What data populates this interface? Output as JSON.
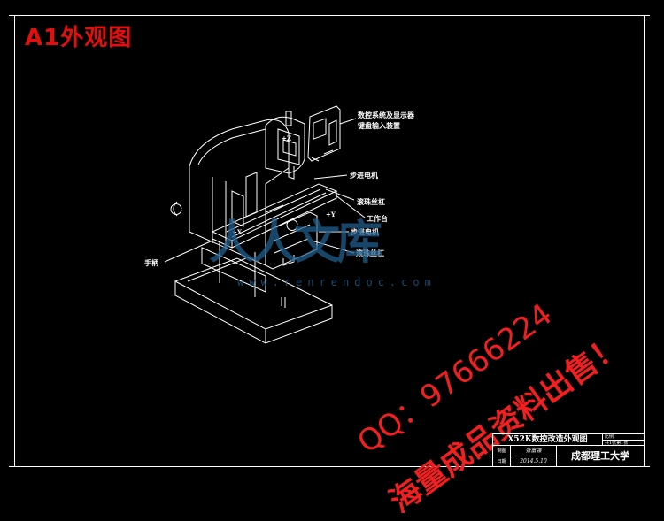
{
  "header": {
    "title": "A1外观图"
  },
  "callouts": {
    "cnc_system": "数控系统及显示器",
    "cnc_system_line2": "键盘输入装置",
    "stepper_motor_top": "步进电机",
    "ball_screw_top": "滚珠丝杠",
    "worktable": "工作台",
    "stepper_motor_mid": "步进电机",
    "ball_screw_mid": "滚珠丝杠",
    "handle": "手柄",
    "axis_z": "+Z",
    "axis_y": "+Y",
    "axis_x": "+X"
  },
  "watermark": {
    "logo": "人人文库",
    "url": "www.renrendoc.com"
  },
  "promo": {
    "qq": "QQ：97666224",
    "sale": "海量成品资料出售！"
  },
  "title_block": {
    "drawing_title": "X52K数控改造外观图",
    "ratio_label": "比例",
    "sheet_label": "共1张第1张",
    "drawn_label": "制图",
    "drawn_value": "张富强",
    "date_label": "日期",
    "date_value": "2014.5.10",
    "school": "成都理工大学"
  },
  "colors": {
    "line": "#ffffff",
    "accent_red": "#e01010",
    "watermark_blue": "#1f5e8c"
  }
}
